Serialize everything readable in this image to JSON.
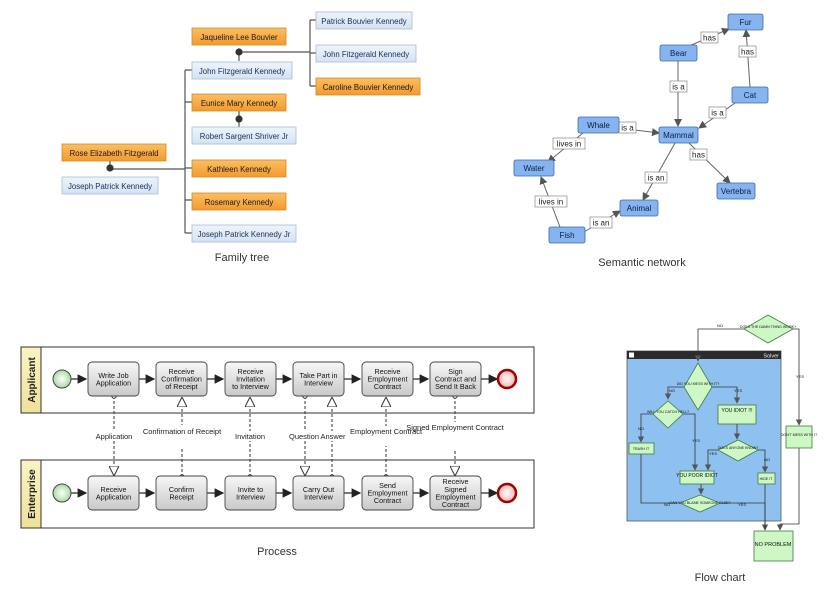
{
  "family_tree": {
    "caption": "Family tree",
    "people": {
      "patrick_bouvier": "Patrick Bouvier Kennedy",
      "jaqueline": "Jaqueline Lee Bouvier",
      "jfk": "John Fitzgerald Kennedy",
      "jfk_jr": "John Fitzgerald Kennedy",
      "caroline": "Caroline Bouvier Kennedy",
      "eunice": "Eunice Mary Kennedy",
      "shriver": "Robert Sargent Shriver Jr",
      "rose": "Rose Elizabeth Fitzgerald",
      "kathleen": "Kathleen Kennedy",
      "joseph": "Joseph Patrick Kennedy",
      "rosemary": "Rosemary Kennedy",
      "joseph_jr": "Joseph Patrick Kennedy Jr"
    }
  },
  "semantic_network": {
    "caption": "Semantic network",
    "nodes": {
      "fur": "Fur",
      "bear": "Bear",
      "cat": "Cat",
      "whale": "Whale",
      "mammal": "Mammal",
      "water": "Water",
      "vertebra": "Vertebra",
      "animal": "Animal",
      "fish": "Fish"
    },
    "edges": {
      "bear_fur": "has",
      "cat_fur": "has",
      "bear_mammal": "is a",
      "cat_mammal": "is a",
      "whale_mammal": "is a",
      "whale_water": "lives in",
      "mammal_vertebra": "has",
      "mammal_animal": "is an",
      "fish_water": "lives in",
      "fish_animal": "is an"
    }
  },
  "process": {
    "caption": "Process",
    "lanes": {
      "applicant": "Applicant",
      "enterprise": "Enterprise"
    },
    "applicant_tasks": [
      "Write Job Application",
      "Receive Confirmation of Receipt",
      "Receive Invitation to Interview",
      "Take Part in Interview",
      "Receive Employment Contract",
      "Sign Contract and Send It Back"
    ],
    "enterprise_tasks": [
      "Receive Application",
      "Confirm Receipt",
      "Invite to Interview",
      "Carry Out Interview",
      "Send Employment Contract",
      "Receive Signed Employment Contract"
    ],
    "messages": {
      "application": "Application",
      "confirmation": "Confirmation of Receipt",
      "invitation": "Invitation",
      "question": "Question",
      "answer": "Answer",
      "employment_contract": "Employment Contract",
      "signed_contract": "Signed Employment Contract"
    }
  },
  "flow_chart": {
    "caption": "Flow chart",
    "window_title": "Solver",
    "start": "DOES THE DAMN THING WORK?",
    "did_you_mess": "DID YOU MESS WITH IT?",
    "will_you_catch": "WILL YOU CATCH HELL?",
    "you_idiot": "YOU IDIOT !!!",
    "does_anyone_know": "DOES ANYONE KNOW?",
    "trash_it": "TRASH IT",
    "you_poor_idiot": "YOU POOR IDIOT",
    "hide_it": "HIDE IT",
    "can_you_blame": "CAN YOU BLAME SOMEONE ELSE?",
    "dont_mess": "DON'T MESS WITH IT",
    "no_problem": "NO PROBLEM",
    "labels": {
      "no": "NO",
      "yes": "YES"
    }
  },
  "colors": {
    "orange": "#f7a640",
    "light_blue": "#dce8f6",
    "net_node": "#86b4f0",
    "flow_bg": "#8fc1f0",
    "flow_node": "#cdf7c4"
  }
}
